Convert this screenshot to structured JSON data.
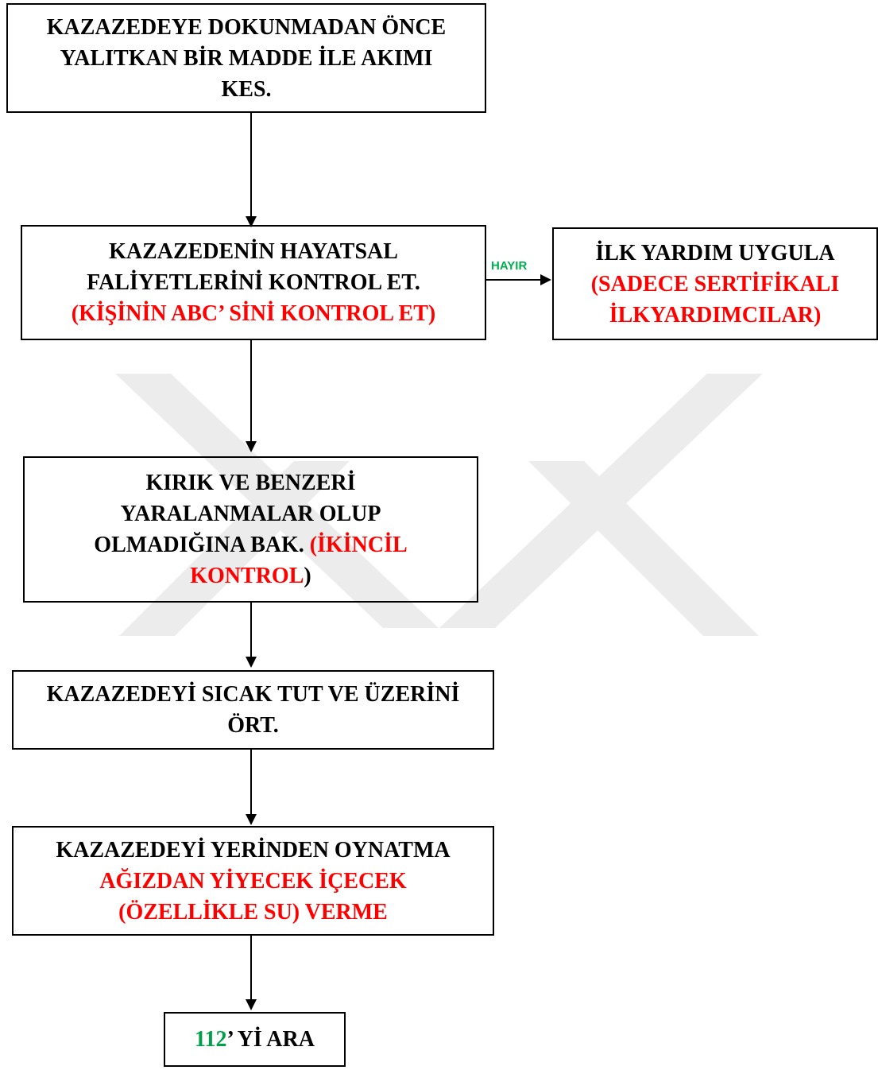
{
  "colors": {
    "text": "#000000",
    "highlight": "#ff0000",
    "accent_green": "#00a04a",
    "branch_label": "#00b050",
    "watermark": "#e8e8e8"
  },
  "nodes": {
    "step1": {
      "lines": [
        "KAZAZEDEYE DOKUNMADAN ÖNCE",
        "YALITKAN BİR MADDE İLE AKIMI",
        "KES."
      ]
    },
    "step2": {
      "lines": [
        "KAZAZEDENİN HAYATSAL",
        "FALİYETLERİNİ KONTROL ET."
      ],
      "note": "(KİŞİNİN ABC’ SİNİ KONTROL ET)"
    },
    "side": {
      "title": "İLK YARDIM UYGULA",
      "note_lines": [
        "(SADECE SERTİFİKALI",
        "İLKYARDIMCILAR)"
      ]
    },
    "step3": {
      "line1": "KIRIK VE BENZERİ",
      "line2": "YARALANMALAR OLUP",
      "line3_black": "OLMADIĞINA BAK.",
      "line3_red": "(İKİNCİL",
      "line4_red": "KONTROL",
      "line4_black": ")"
    },
    "step4": {
      "lines": [
        "KAZAZEDEYİ SICAK TUT VE ÜZERİNİ",
        "ÖRT."
      ]
    },
    "step5": {
      "line1": "KAZAZEDEYİ YERİNDEN OYNATMA",
      "red_lines": [
        "AĞIZDAN YİYECEK İÇECEK",
        "(ÖZELLİKLE SU) VERME"
      ]
    },
    "step6": {
      "number": "112",
      "rest": "’ Yİ ARA"
    }
  },
  "branch_label": "HAYIR"
}
